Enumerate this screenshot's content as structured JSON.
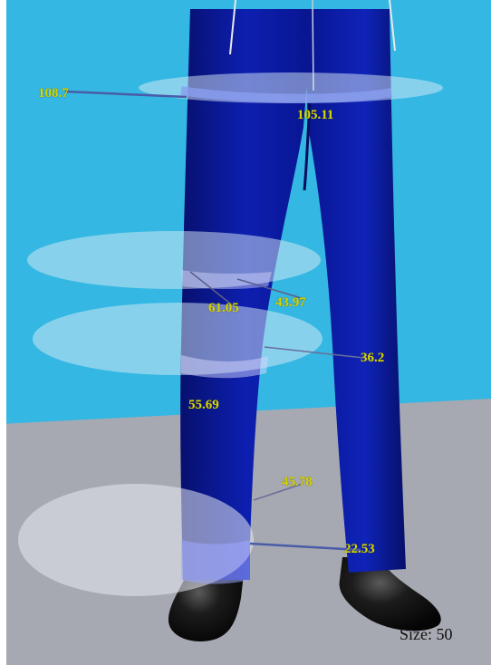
{
  "measurements": {
    "outseam_top": "108.7",
    "waist": "105.11",
    "thigh": "61.05",
    "thigh_side": "43.97",
    "knee_side": "36.2",
    "knee": "55.69",
    "calf": "45.78",
    "ankle": "22.53"
  },
  "size_label": "Size: 50",
  "colors": {
    "sky": "#34b7e2",
    "floor": "#a6a9b2",
    "pants": "#0b1a9c",
    "measurement_text": "#d6d600",
    "shoe": "#111111"
  }
}
